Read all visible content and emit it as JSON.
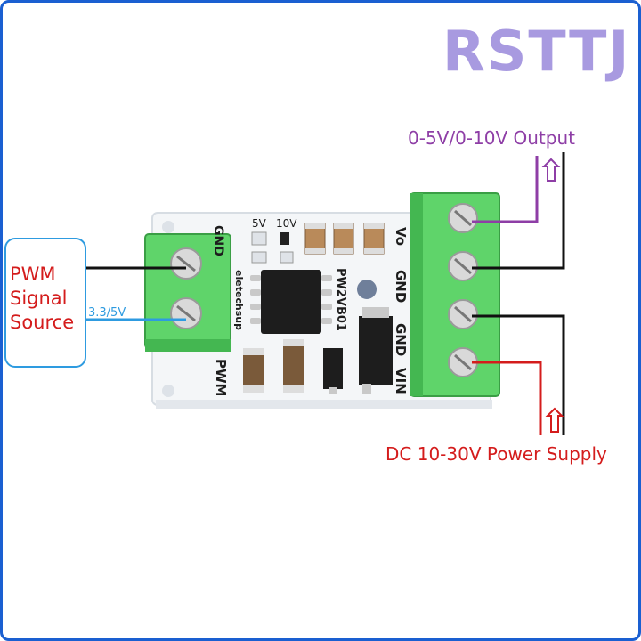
{
  "brand": {
    "logo_text": "RSTTJ"
  },
  "labels": {
    "output": "0-5V/0-10V Output",
    "power": "DC 10-30V Power Supply",
    "source_line1": "PWM",
    "source_line2": "Signal",
    "source_line3": "Source",
    "voltage": "3.3/5V"
  },
  "board": {
    "silkscreen": {
      "gnd_top_left": "GND",
      "pwm": "PWM",
      "sel_5v": "5V",
      "sel_10v": "10V",
      "model": "PW2VB01",
      "maker": "eletechsup",
      "vo": "Vo",
      "gnd1": "GND",
      "gnd2": "GND",
      "vin": "VIN"
    }
  },
  "colors": {
    "frame": "#1a5fd1",
    "brand": "#a89ae0",
    "output": "#8e3ea6",
    "power": "#d41c1c",
    "signal": "#2e9be0",
    "terminal": "#5fd46a"
  }
}
